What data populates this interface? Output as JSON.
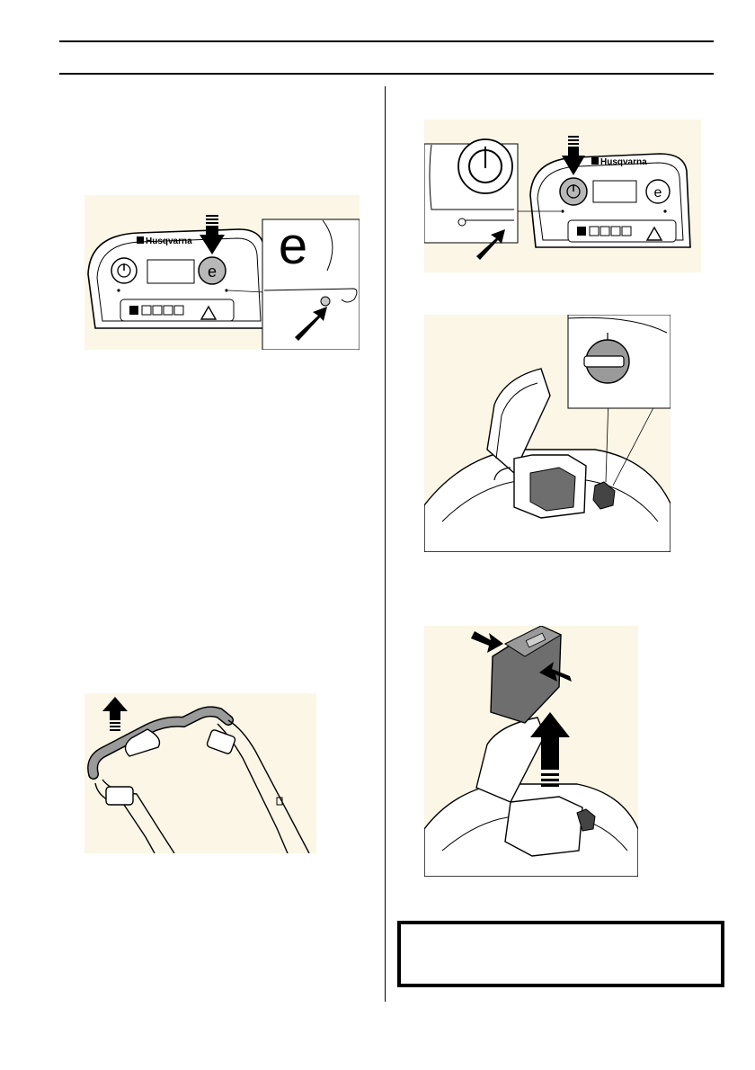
{
  "brand": {
    "name": "Husqvarna",
    "mark": "®"
  },
  "control_panel": {
    "power_button_symbol": "power-icon",
    "eco_button_label": "e",
    "battery_indicator_segments": 4,
    "warning_symbol": "warning-triangle-icon"
  },
  "icons": {
    "press_arrow": "down-arrow-icon",
    "pointer_arrow": "diagonal-arrow-icon",
    "lift_arrow": "up-arrow-icon"
  },
  "colors": {
    "figure_background": "#fbf6e6",
    "button_highlight": "#b8b8b8",
    "battery_body": "#6e6e6e",
    "line": "#000000"
  }
}
